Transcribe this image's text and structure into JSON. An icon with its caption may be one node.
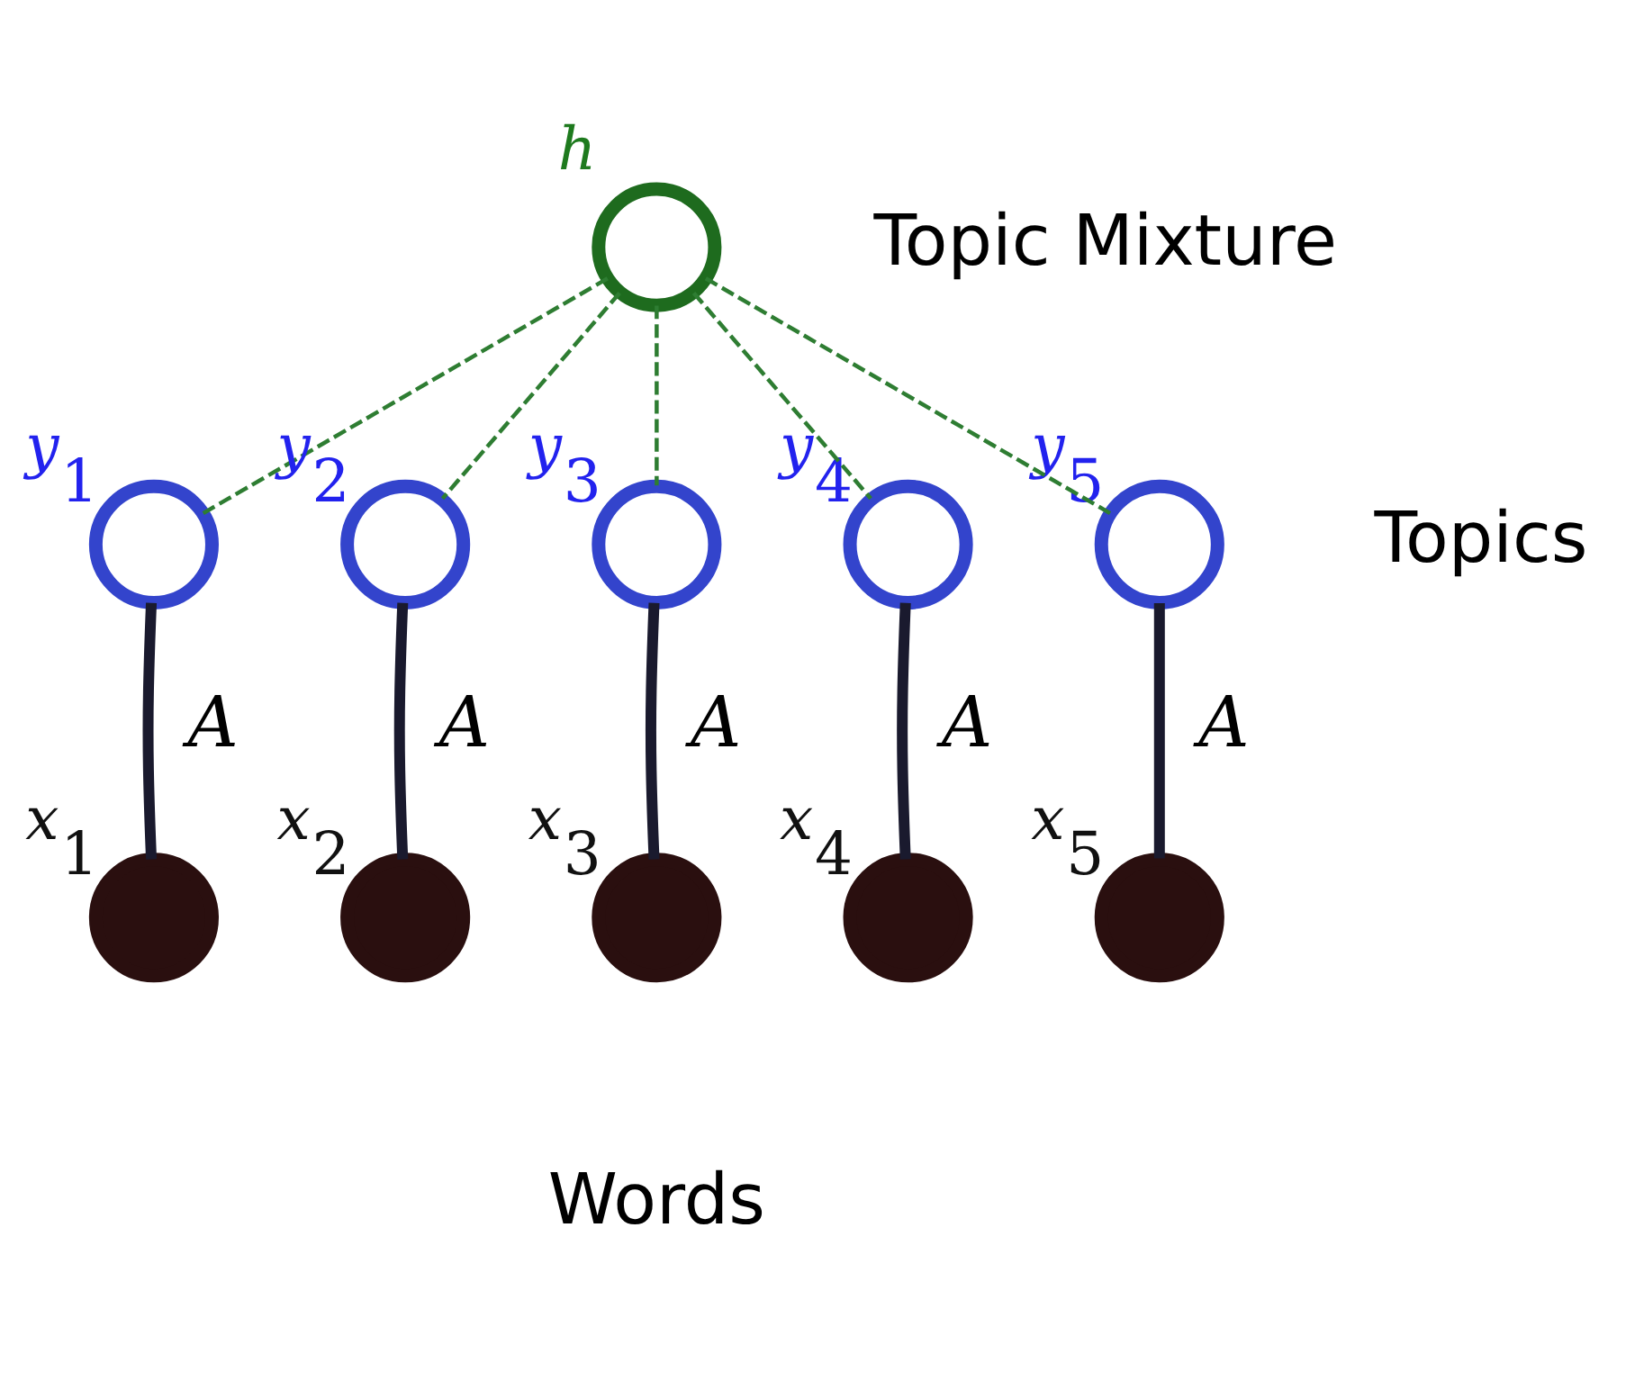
{
  "diagram": {
    "nodes": [
      {
        "text": [],
        "shape": "circle",
        "beside": [
          "h"
        ]
      },
      {
        "text": [],
        "shape": "circle",
        "beside": [
          "y$_{1}$"
        ]
      },
      {
        "text": [],
        "shape": "circle",
        "beside": [
          "y$_{2}$"
        ]
      },
      {
        "text": [],
        "shape": "circle",
        "beside": [
          "y$_{3}$"
        ]
      },
      {
        "text": [],
        "shape": "circle",
        "beside": [
          "y$_{4}$"
        ]
      },
      {
        "text": [],
        "shape": "circle",
        "beside": [
          "y$_{5}$"
        ]
      },
      {
        "text": [],
        "shape": "circle",
        "beside": [
          "x$_{1}$"
        ]
      },
      {
        "text": [],
        "shape": "circle",
        "beside": [
          "x$_{2}$"
        ]
      },
      {
        "text": [],
        "shape": "circle",
        "beside": [
          "x$_{3}$"
        ]
      },
      {
        "text": [],
        "shape": "circle",
        "beside": [
          "x$_{4}$"
        ]
      },
      {
        "text": [],
        "shape": "circle",
        "beside": [
          "x$_{5}$"
        ]
      }
    ],
    "edges": [
      {
        "from": 0,
        "to": 1,
        "arrow": "none",
        "style": "dashed",
        "color": "#2e7d32"
      },
      {
        "from": 0,
        "to": 2,
        "arrow": "none",
        "style": "dashed",
        "color": "#2e7d32"
      },
      {
        "from": 0,
        "to": 3,
        "arrow": "none",
        "style": "dashed",
        "color": "#2e7d32"
      },
      {
        "from": 0,
        "to": 4,
        "arrow": "none",
        "style": "dashed",
        "color": "#2e7d32"
      },
      {
        "from": 0,
        "to": 5,
        "arrow": "none",
        "style": "dashed",
        "color": "#2e7d32"
      },
      {
        "from": 1,
        "to": 6,
        "arrow": "none",
        "label": "A",
        "style": "thick",
        "color": "#1a1a2e"
      },
      {
        "from": 2,
        "to": 7,
        "arrow": "none",
        "label": "A",
        "style": "thick",
        "color": "#1a1a2e"
      },
      {
        "from": 3,
        "to": 8,
        "arrow": "none",
        "label": "A",
        "style": "thick",
        "color": "#1a1a2e"
      },
      {
        "from": 4,
        "to": 9,
        "arrow": "none",
        "label": "A",
        "style": "thick",
        "color": "#1a1a2e"
      },
      {
        "from": 5,
        "to": 10,
        "arrow": "none",
        "label": "A",
        "style": "thick",
        "color": "#1a1a2e"
      }
    ],
    "labels": [
      "Topic Mixture",
      "Topics",
      "Words"
    ]
  }
}
